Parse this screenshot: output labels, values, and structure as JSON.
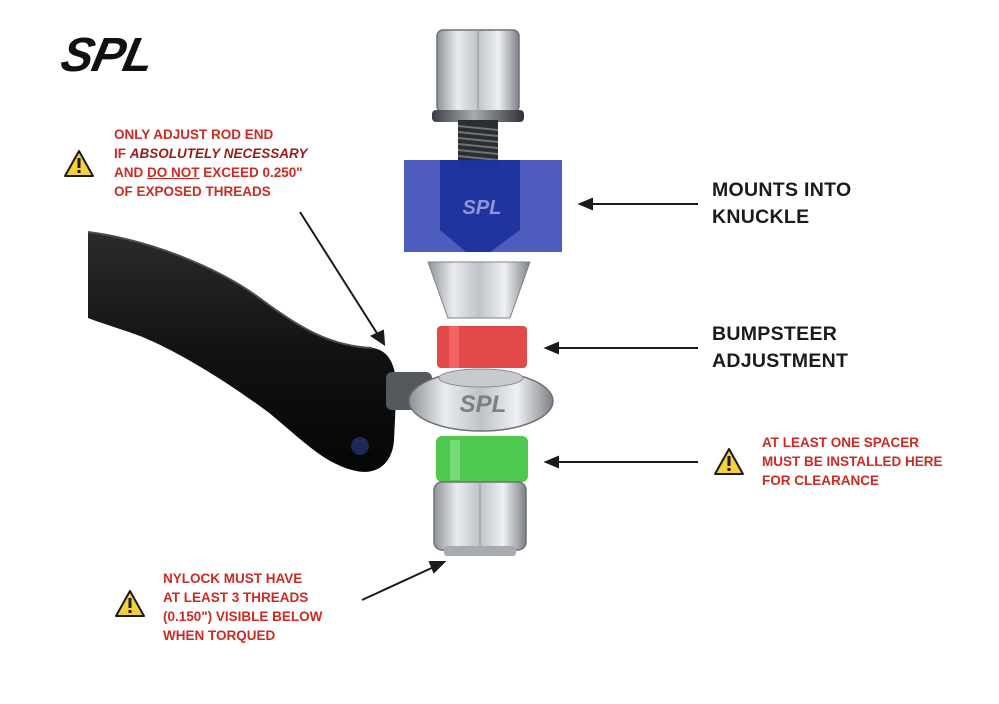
{
  "brand": {
    "logo_text": "SPL",
    "stamp_text": "SPL"
  },
  "warnings": {
    "rod_end": {
      "line1": "ONLY ADJUST ROD END",
      "line2_prefix": "IF ",
      "line2_emphasis": "ABSOLUTELY NECESSARY",
      "line3_prefix": "AND ",
      "line3_underline": "DO NOT",
      "line3_suffix": " EXCEED 0.250\"",
      "line4": "OF EXPOSED THREADS"
    },
    "spacer": {
      "line1": "AT LEAST ONE SPACER",
      "line2": "MUST BE INSTALLED HERE",
      "line3": "FOR CLEARANCE"
    },
    "nylock": {
      "line1": "NYLOCK MUST HAVE",
      "line2": "AT LEAST 3 THREADS",
      "line3": "(0.150\") VISIBLE BELOW",
      "line4": "WHEN TORQUED"
    }
  },
  "callouts": {
    "knuckle": {
      "line1": "MOUNTS INTO",
      "line2": "KNUCKLE"
    },
    "bumpsteer": {
      "line1": "BUMPSTEER",
      "line2": "ADJUSTMENT"
    }
  },
  "colors": {
    "warning_text": "#cc2a22",
    "knuckle_overlay": "#2f3fb2",
    "bumpsteer_overlay": "#e23a3a",
    "spacer_overlay": "#3cc23c",
    "warning_icon_fill": "#f4d03f"
  },
  "icons": {
    "warning": "warning-triangle-icon"
  }
}
